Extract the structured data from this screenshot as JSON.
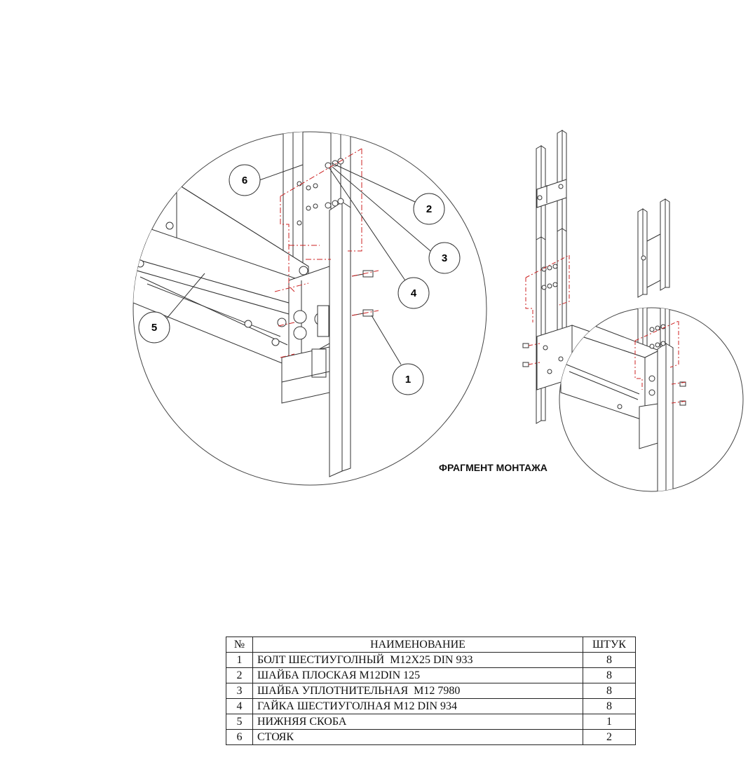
{
  "diagram": {
    "callouts": [
      "1",
      "2",
      "3",
      "4",
      "5",
      "6"
    ],
    "caption": "ФРАГМЕНТ МОНТАЖА",
    "colors": {
      "line": "#333333",
      "accent": "#cc2222"
    }
  },
  "bom": {
    "headers": {
      "no": "№",
      "name": "НАИМЕНОВАНИЕ",
      "qty": "ШТУК"
    },
    "rows": [
      {
        "no": "1",
        "name": "БОЛТ ШЕСТИУГОЛНЫЙ  М12Х25 DIN 933",
        "qty": "8"
      },
      {
        "no": "2",
        "name": "ШАЙБА ПЛОСКАЯ М12DIN 125",
        "qty": "8"
      },
      {
        "no": "3",
        "name": "ШАЙБА УПЛОТНИТЕЛЬНАЯ  М12 7980",
        "qty": "8"
      },
      {
        "no": "4",
        "name": "ГАЙКА ШЕСТИУГОЛНАЯ М12 DIN 934",
        "qty": "8"
      },
      {
        "no": "5",
        "name": "НИЖНЯЯ СКОБА",
        "qty": "1"
      },
      {
        "no": "6",
        "name": "СТОЯК",
        "qty": "2"
      }
    ]
  }
}
